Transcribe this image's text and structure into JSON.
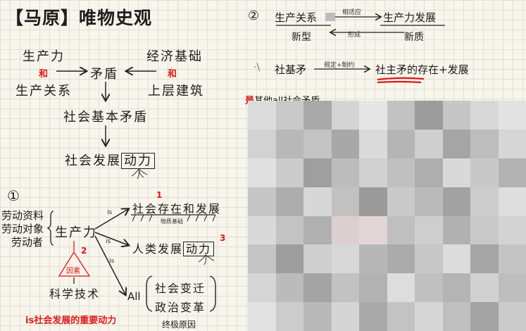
{
  "title": "【马原】唯物史观",
  "left": {
    "productivity": "生产力",
    "economic_base": "经济基础",
    "and_left": "和",
    "and_right": "和",
    "contradiction": "矛盾",
    "relations": "生产关系",
    "superstructure": "上层建筑",
    "basic_contradiction": "社会基本矛盾",
    "social_dev": "社会发展",
    "driving_force": "动力"
  },
  "section1": {
    "num": "①",
    "labor_items": [
      "劳动资料",
      "劳动对象",
      "劳动者"
    ],
    "productivity": "生产力",
    "is1": "is",
    "is2": "is",
    "is3": "is",
    "society_exist": "社会存在和发展",
    "material_base": "物质基础",
    "human_dev": "人类发展",
    "driving_force": "动力",
    "factor": "因素",
    "sci_tech": "科学技术",
    "all": "All",
    "social_change": "社会变迁",
    "political_change": "政治变革",
    "ultimate_cause": "终极原因",
    "n1": "1",
    "n2": "2",
    "n3": "3",
    "note": "is社会发展的重要动力"
  },
  "section2": {
    "num": "②",
    "relations": "生产关系",
    "adapt": "相适应",
    "prod_dev": "生产力发展",
    "new_type": "新型",
    "form": "形成",
    "new_quality": "新质",
    "basic_contra": "社基矛",
    "determine": "规定+制约",
    "main_contra": "社主矛的存在+发展",
    "mark": "·\\",
    "note_red": "是",
    "note_rest": "其他all社会矛盾"
  },
  "mosaic_colors": [
    "#dcdcdc",
    "#c9c9c9",
    "#a9a9a9",
    "#d4d4d4",
    "#e6e6e6",
    "#c2c2c2",
    "#9c9c9c",
    "#c6c6c6",
    "#d8d8d8",
    "#e2e2e2",
    "#d2d2d2",
    "#b8b8b8",
    "#c4c4c4",
    "#a8a8a8",
    "#dadada",
    "#b5b5b5",
    "#cfcfcf",
    "#a5a5a5",
    "#bdbdbd",
    "#d6d6d6",
    "#e0e0e0",
    "#cbcbcb",
    "#9f9f9f",
    "#bcbcbc",
    "#d0d0d0",
    "#c0c0c0",
    "#aeaeae",
    "#d9d9d9",
    "#c8c8c8",
    "#b3b3b3",
    "#c6c6c6",
    "#adadad",
    "#d7d7d7",
    "#c1c1c1",
    "#9b9b9b",
    "#cacaca",
    "#bababa",
    "#a2a2a2",
    "#cdcdcd",
    "#dedede",
    "#d9d9d9",
    "#c3c3c3",
    "#b0b0b0",
    "#dbcfcf",
    "#e3d6d6",
    "#bfbfbf",
    "#cecece",
    "#b1b1b1",
    "#c9c9c9",
    "#d3d3d3",
    "#c5c5c5",
    "#9e9e9e",
    "#cfcfcf",
    "#d8d8d8",
    "#b7b7b7",
    "#ababab",
    "#c7c7c7",
    "#dcdcdc",
    "#a6a6a6",
    "#c4c4c4",
    "#d6d6d6",
    "#bbbbbb",
    "#a4a4a4",
    "#c2c2c2",
    "#b2b2b2",
    "#dddddd",
    "#c0c0c0",
    "#b4b4b4",
    "#d1d1d1",
    "#bebebe",
    "#e1e1e1",
    "#cccccc",
    "#b9b9b9",
    "#d5d5d5",
    "#aaaaaa",
    "#c3c3c3",
    "#d7d7d7",
    "#bfbfbf",
    "#a3a3a3",
    "#cbcbcb"
  ]
}
